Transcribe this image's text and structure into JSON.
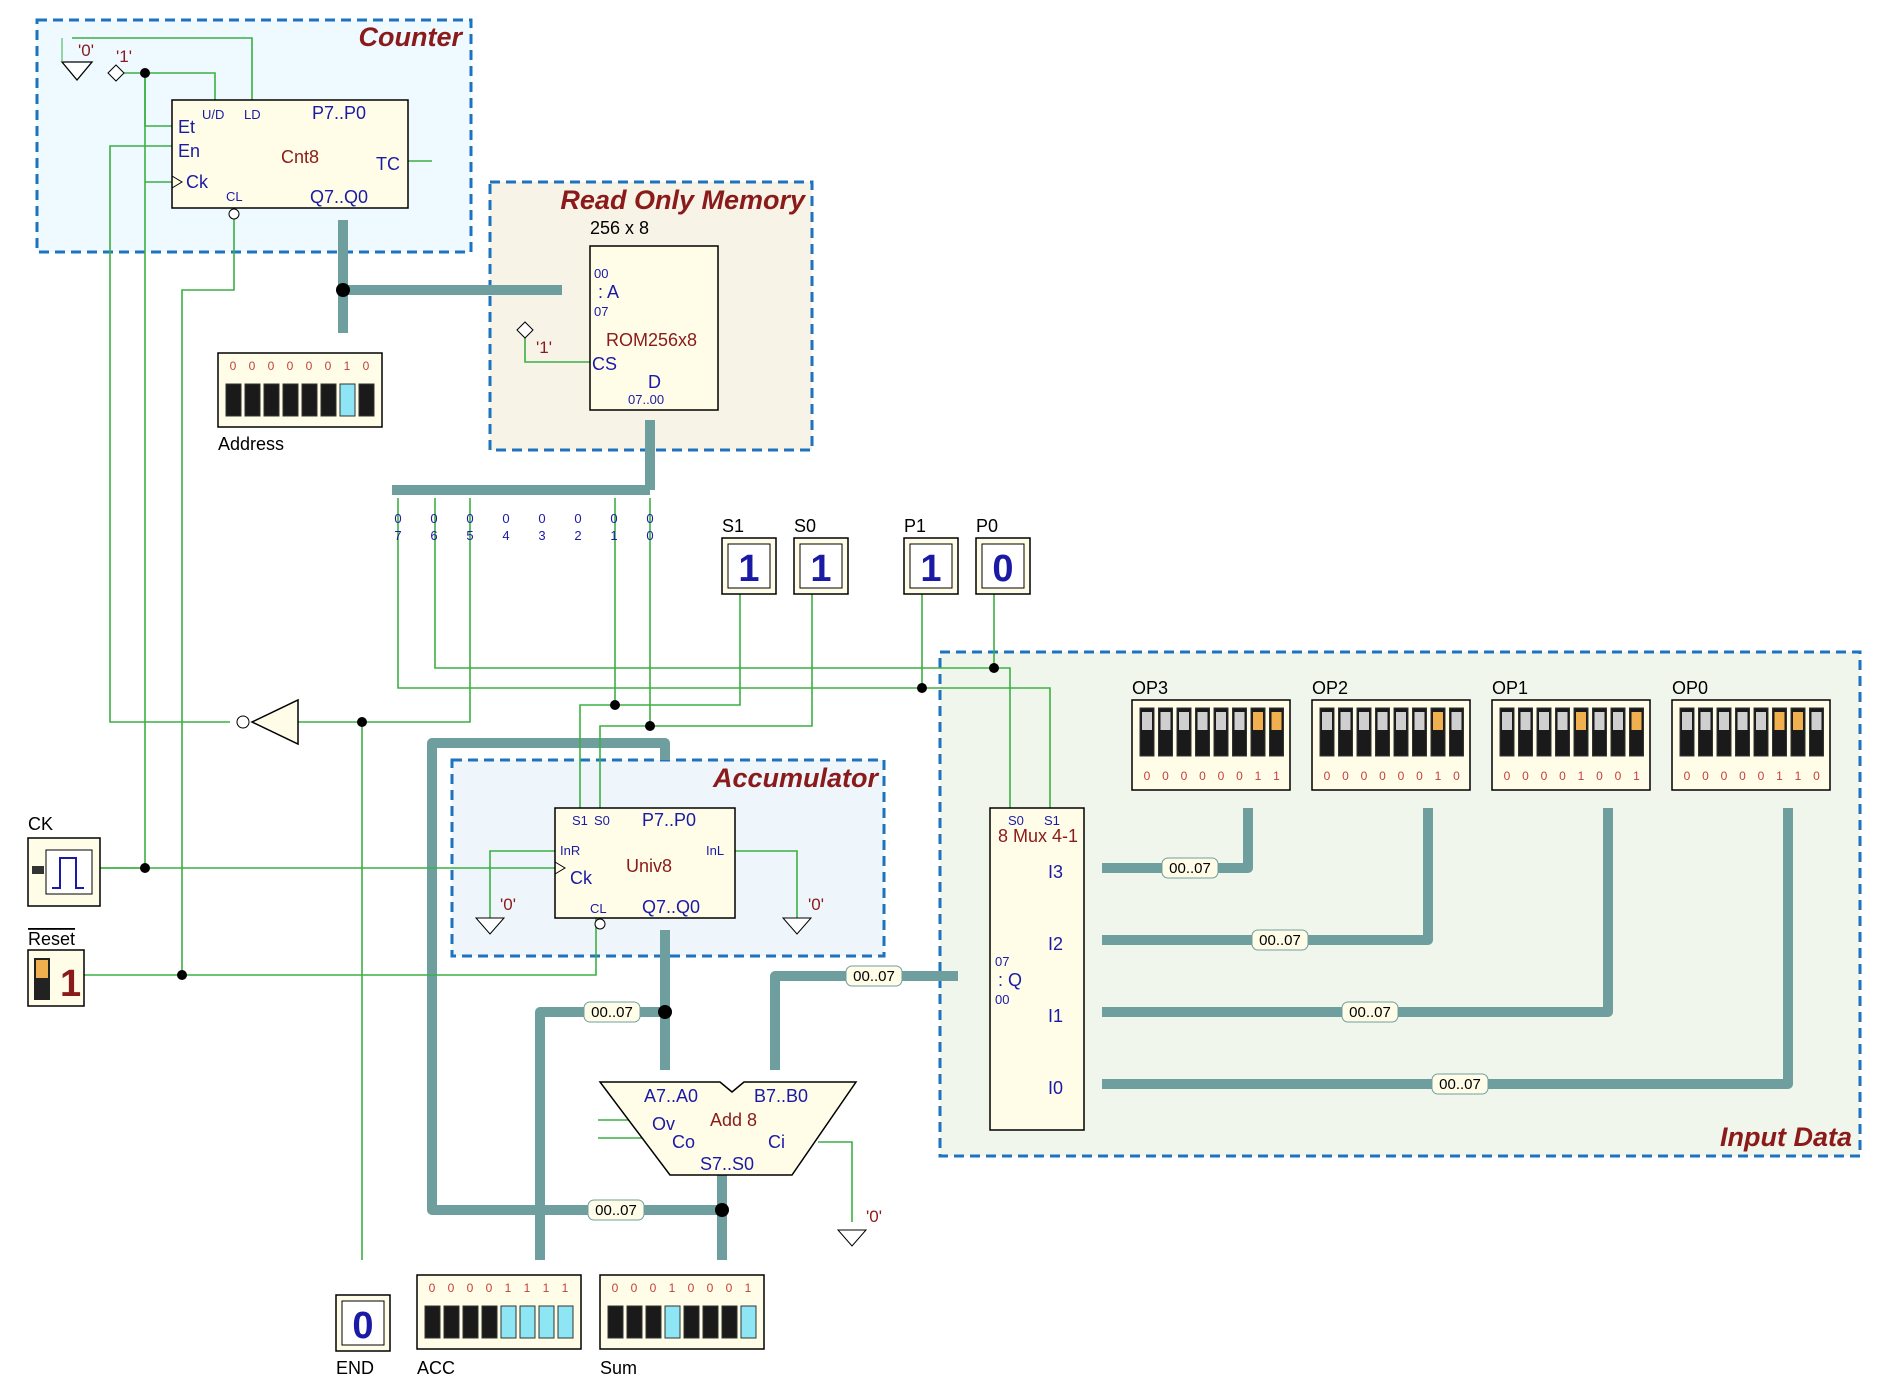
{
  "regions": {
    "counter": "Counter",
    "rom": "Read Only Memory",
    "accumulator": "Accumulator",
    "input_data": "Input Data"
  },
  "counter": {
    "name": "Cnt8",
    "pins": {
      "ud": "U/D",
      "ld": "LD",
      "et": "Et",
      "en": "En",
      "ck": "Ck",
      "cl": "CL",
      "p": "P7..P0",
      "tc": "TC",
      "q": "Q7..Q0"
    },
    "const0": "'0'",
    "const1": "'1'"
  },
  "rom": {
    "size": "256 x 8",
    "name": "ROM256x8",
    "pins": {
      "a00": "00",
      "a": ": A",
      "a07": "07",
      "cs": "CS",
      "d": "D",
      "d_range": "07..00"
    },
    "const1": "'1'"
  },
  "address_display": {
    "label": "Address",
    "bits": [
      "0",
      "0",
      "0",
      "0",
      "0",
      "0",
      "1",
      "0"
    ]
  },
  "rom_bits": [
    "7",
    "6",
    "5",
    "4",
    "3",
    "2",
    "1",
    "0"
  ],
  "rom_bits_prefix": "0",
  "switches": [
    {
      "label": "S1",
      "value": "1"
    },
    {
      "label": "S0",
      "value": "1"
    },
    {
      "label": "P1",
      "value": "1"
    },
    {
      "label": "P0",
      "value": "0"
    }
  ],
  "clock": {
    "label": "CK"
  },
  "reset": {
    "label": "Reset",
    "value": "1"
  },
  "accumulator": {
    "name": "Univ8",
    "pins": {
      "s1": "S1",
      "s0": "S0",
      "p": "P7..P0",
      "inr": "InR",
      "inl": "InL",
      "ck": "Ck",
      "cl": "CL",
      "q": "Q7..Q0"
    },
    "const_left": "'0'",
    "const_right": "'0'"
  },
  "adder": {
    "name": "Add 8",
    "pins": {
      "a": "A7..A0",
      "b": "B7..B0",
      "ov": "Ov",
      "co": "Co",
      "ci": "Ci",
      "s": "S7..S0"
    },
    "const_ci": "'0'"
  },
  "mux": {
    "name": "8 Mux 4-1",
    "pins": {
      "s0": "S0",
      "s1": "S1",
      "i3": "I3",
      "i2": "I2",
      "i1": "I1",
      "i0": "I0",
      "q": ": Q",
      "b07": "07",
      "b00": "00"
    }
  },
  "bus_tag": "00..07",
  "operands": [
    {
      "label": "OP3",
      "bits": [
        "0",
        "0",
        "0",
        "0",
        "0",
        "0",
        "1",
        "1"
      ]
    },
    {
      "label": "OP2",
      "bits": [
        "0",
        "0",
        "0",
        "0",
        "0",
        "0",
        "1",
        "0"
      ]
    },
    {
      "label": "OP1",
      "bits": [
        "0",
        "0",
        "0",
        "0",
        "1",
        "0",
        "0",
        "1"
      ]
    },
    {
      "label": "OP0",
      "bits": [
        "0",
        "0",
        "0",
        "0",
        "0",
        "1",
        "1",
        "0"
      ]
    }
  ],
  "end_display": {
    "label": "END",
    "value": "0"
  },
  "acc_display": {
    "label": "ACC",
    "bits": [
      "0",
      "0",
      "0",
      "0",
      "1",
      "1",
      "1",
      "1"
    ]
  },
  "sum_display": {
    "label": "Sum",
    "bits": [
      "0",
      "0",
      "0",
      "1",
      "0",
      "0",
      "0",
      "1"
    ]
  },
  "colors": {
    "wire": "#3cb043",
    "bus": "#6f9e9e",
    "region": "#1e73be",
    "blue": "#1a1aa6",
    "red": "#8b1a1a"
  }
}
